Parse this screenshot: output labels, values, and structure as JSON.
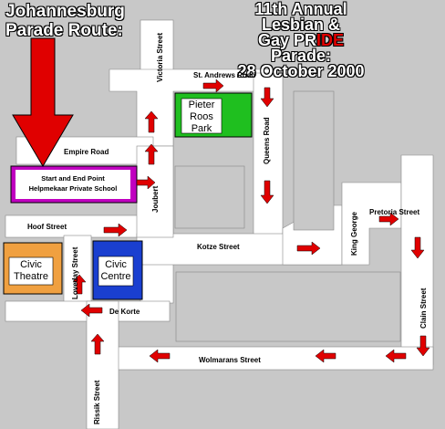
{
  "title_left": {
    "line1": "Johannesburg",
    "line2": "Parade Route:"
  },
  "title_right": {
    "line1": "11th Annual",
    "line2": "Lesbian &",
    "line3_a": "Gay PR",
    "line3_b": "IDE",
    "line4": "Parade:",
    "line5": "28 October 2000"
  },
  "streets": {
    "victoria": "Victoria Street",
    "st_andrews": "St. Andrews Road",
    "queens": "Queens Road",
    "empire": "Empire Road",
    "joubert": "Joubert",
    "hoof": "Hoof Street",
    "kotze": "Kotze Street",
    "king_george": "King George",
    "pretoria": "Pretoria Street",
    "loveday": "Loveday Street",
    "de_korte": "De Korte",
    "clain": "Clain Street",
    "wolmarans": "Wolmarans Street",
    "rissik": "Rissik Street"
  },
  "places": {
    "park_line1": "Pieter",
    "park_line2": "Roos",
    "park_line3": "Park",
    "civic_centre_line1": "Civic",
    "civic_centre_line2": "Centre",
    "civic_theatre_line1": "Civic",
    "civic_theatre_line2": "Theatre",
    "start_line1": "Start and End Point",
    "start_line2": "Helpmekaar Private School"
  },
  "colors": {
    "background": "#c8c8c8",
    "road": "#ffffff",
    "arrow": "#e00000",
    "park": "#1fbf1f",
    "civic_centre": "#1a3fd0",
    "civic_theatre": "#f0a040",
    "school_border": "#c000c0"
  }
}
